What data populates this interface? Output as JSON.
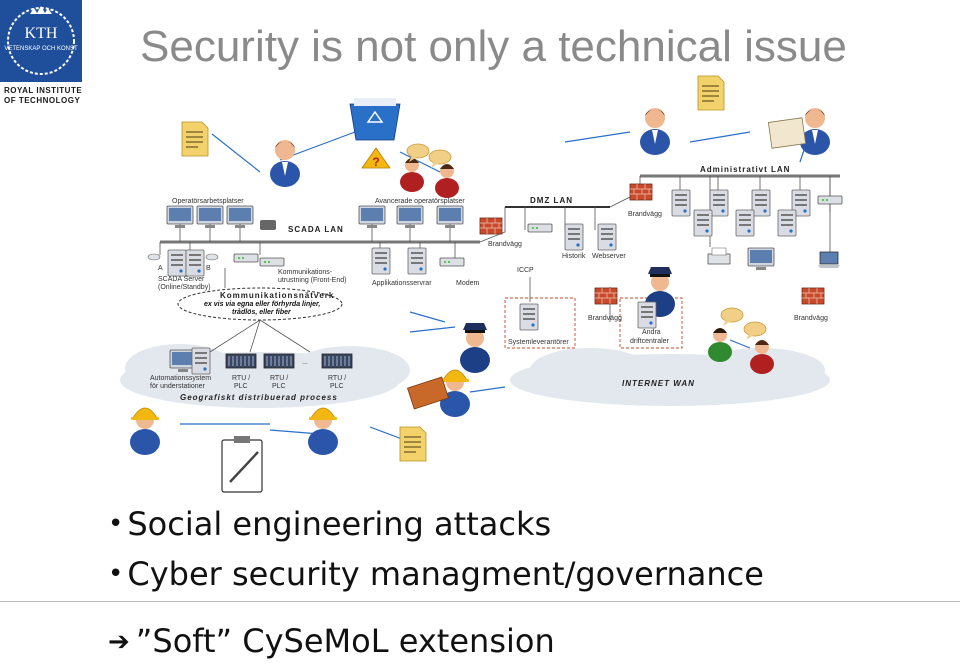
{
  "slide": {
    "title": "Security is not only a technical issue",
    "logo": {
      "monogram": "KTH",
      "motto": "VETENSKAP OCH KONST",
      "institution_line1": "ROYAL INSTITUTE",
      "institution_line2": "OF TECHNOLOGY"
    },
    "bullets": [
      {
        "text": "Social engineering attacks"
      },
      {
        "text": "Cyber security managment/governance"
      }
    ],
    "extension": {
      "text": "”Soft” CySeMoL extension"
    }
  },
  "diagram": {
    "labels": {
      "admin_lan": "Administrativt LAN",
      "operator_ws": "Operatörsarbetsplatser",
      "advanced_ws": "Avancerade operatörsplatser",
      "dmz_lan": "DMZ LAN",
      "firewall": "Brandvägg",
      "scada_lan": "SCADA LAN",
      "historian": "Historik",
      "webserver": "Webserver",
      "server_a": "A",
      "server_b": "B",
      "scada_server_1": "SCADA Server",
      "scada_server_2": "(Online/Standby)",
      "comm_equip_1": "Kommunikations-",
      "comm_equip_2": "utrustning (Front-End)",
      "app_servers": "Applikationsservrar",
      "modem": "Modem",
      "iccp": "ICCP",
      "comm_net_1": "Kommunikationsnätverk",
      "comm_net_2": "ex vis via egna eller förhyrda linjer,",
      "comm_net_3": "trådlös, eller fiber",
      "system_vendors": "Systemleverantörer",
      "other_centers_1": "Andra",
      "other_centers_2": "driftcentraler",
      "substation_1": "Automationssystem",
      "substation_2": "för understationer",
      "rtu1_a": "RTU /",
      "rtu1_b": "PLC",
      "rtu2_a": "RTU /",
      "rtu2_b": "PLC",
      "rtu3_a": "RTU /",
      "rtu3_b": "PLC",
      "ellipsis": "...",
      "geo": "Geografiskt distribuerad process",
      "internet": "INTERNET WAN"
    },
    "colors": {
      "bus": "#777777",
      "dmz": "#333333",
      "person_suit": "#2a55a8",
      "person_red": "#b02020",
      "person_green": "#2f8a2f",
      "document": "#f3d26b",
      "cloud": "#e3e7ee",
      "firewall": "#c84a2a",
      "recycle_bin": "#2a6fc8",
      "hard_hat": "#f2b811"
    }
  }
}
